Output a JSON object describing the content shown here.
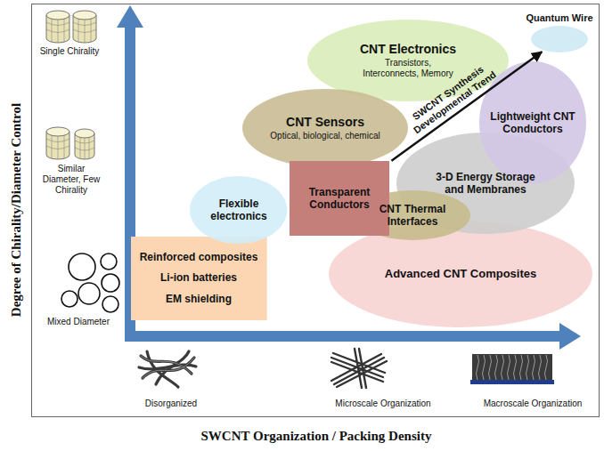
{
  "diagram": {
    "nodes": [
      {
        "text": [
          "Quantum Wire"
        ]
      },
      {
        "text": [
          "CNT Electronics",
          "Transistors, Interconnects, Memory"
        ]
      },
      {
        "text": [
          "CNT Sensors",
          "Optical, biological, chemical"
        ]
      },
      {
        "text": [
          "Lightweight CNT Conductors"
        ]
      },
      {
        "text": [
          "Flexible electronics"
        ]
      },
      {
        "text": [
          "Transparent Conductors"
        ]
      },
      {
        "text": [
          "3-D Energy Storage and Membranes"
        ]
      },
      {
        "text": [
          "CNT Thermal Interfaces"
        ]
      },
      {
        "text": [
          "Advanced CNT Composites"
        ]
      },
      {
        "text": [
          "Reinforced composites",
          "Li-ion batteries",
          "EM shielding"
        ]
      }
    ],
    "edges": [
      {
        "from": 5,
        "to": 0,
        "arrow": "to",
        "label": "SWCNT Synthesis Developmental Trend"
      }
    ],
    "labels": [
      "Single Chirality",
      "Similar Diameter, Few Chirality",
      "Mixed Diameter",
      "Disorganized",
      "Microscale Organization",
      "Macroscale Organization",
      "Degree of Chirality/Diameter Control",
      "SWCNT Organization / Packing Density"
    ]
  }
}
